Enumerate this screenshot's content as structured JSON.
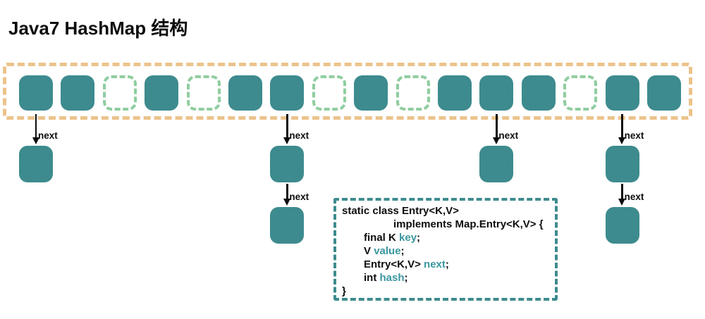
{
  "title": "Java7 HashMap 结构",
  "colors": {
    "node_fill": "#3d8b8e",
    "empty_cell_border": "#8fcda0",
    "array_border": "#ecc38b",
    "code_accent": "#3a96a0",
    "text": "#0d0d0d"
  },
  "bucket_array": {
    "cells": [
      "filled",
      "filled",
      "empty",
      "filled",
      "empty",
      "filled",
      "filled",
      "empty",
      "filled",
      "empty",
      "filled",
      "filled",
      "filled",
      "empty",
      "filled",
      "filled"
    ]
  },
  "chains": [
    {
      "bucket_index": 0,
      "nodes": 1,
      "arrow_label": "next"
    },
    {
      "bucket_index": 6,
      "nodes": 2,
      "arrow_label": "next"
    },
    {
      "bucket_index": 11,
      "nodes": 1,
      "arrow_label": "next"
    },
    {
      "bucket_index": 14,
      "nodes": 2,
      "arrow_label": "next"
    }
  ],
  "code_box": {
    "lines": [
      {
        "indent": 0,
        "segments": [
          {
            "text": "static class Entry<K,V>",
            "accent": false
          }
        ]
      },
      {
        "indent": 2,
        "segments": [
          {
            "text": "implements Map.Entry<K,V> {",
            "accent": false
          }
        ]
      },
      {
        "indent": 1,
        "segments": [
          {
            "text": "final K ",
            "accent": false
          },
          {
            "text": "key",
            "accent": true
          },
          {
            "text": ";",
            "accent": false
          }
        ]
      },
      {
        "indent": 1,
        "segments": [
          {
            "text": "V ",
            "accent": false
          },
          {
            "text": "value",
            "accent": true
          },
          {
            "text": ";",
            "accent": false
          }
        ]
      },
      {
        "indent": 1,
        "segments": [
          {
            "text": "Entry<K,V> ",
            "accent": false
          },
          {
            "text": "next",
            "accent": true
          },
          {
            "text": ";",
            "accent": false
          }
        ]
      },
      {
        "indent": 1,
        "segments": [
          {
            "text": "int ",
            "accent": false
          },
          {
            "text": "hash",
            "accent": true
          },
          {
            "text": ";",
            "accent": false
          }
        ]
      },
      {
        "indent": 0,
        "segments": [
          {
            "text": "}",
            "accent": false
          }
        ]
      }
    ]
  }
}
